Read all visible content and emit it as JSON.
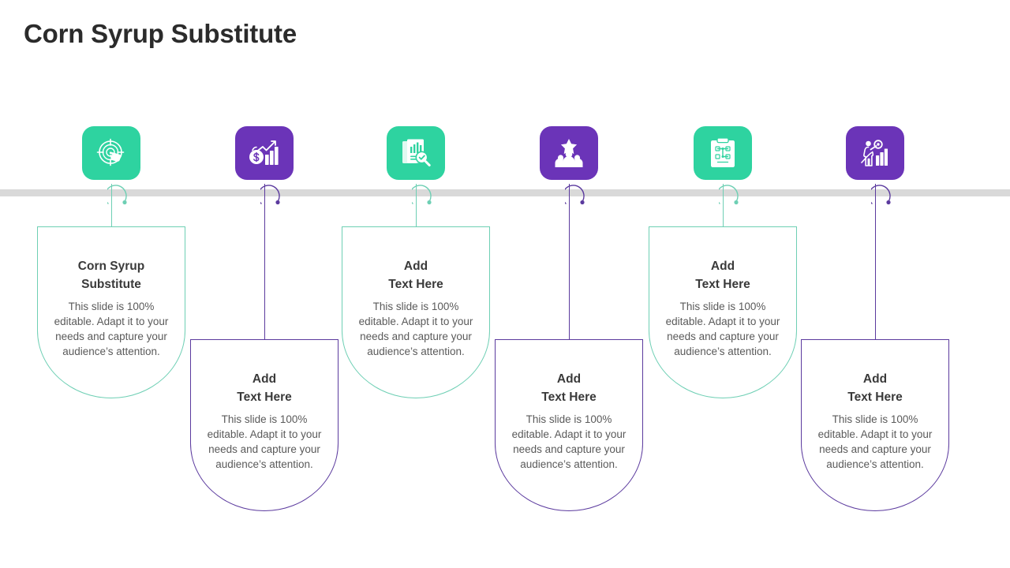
{
  "slide": {
    "title": "Corn Syrup Substitute",
    "background": "#ffffff",
    "timeline_bar_color": "#d9d9d9"
  },
  "theme": {
    "green": "#2ed3a0",
    "purple": "#6b34b8",
    "green_outline": "#6ecfb4",
    "purple_outline": "#5b3a9e",
    "heading_color": "#3a3a3a",
    "body_color": "#5a5a5a",
    "title_color": "#2b2b2b"
  },
  "body_text": "This slide is 100% editable. Adapt it to your needs and capture your audience’s attention.",
  "stages": [
    {
      "index": 1,
      "icon_name": "target-click-icon",
      "icon_color": "#2ed3a0",
      "outline_color": "#6ecfb4",
      "position": "up",
      "heading": "Corn Syrup\nSubstitute",
      "body": "This slide is 100% editable. Adapt it to your needs and capture your audience’s attention."
    },
    {
      "index": 2,
      "icon_name": "money-growth-chart-icon",
      "icon_color": "#6b34b8",
      "outline_color": "#5b3a9e",
      "position": "down",
      "heading": "Add\nText Here",
      "body": "This slide is 100% editable. Adapt it to your needs and capture your audience’s attention."
    },
    {
      "index": 3,
      "icon_name": "report-search-icon",
      "icon_color": "#2ed3a0",
      "outline_color": "#6ecfb4",
      "position": "up",
      "heading": "Add\nText Here",
      "body": "This slide is 100% editable. Adapt it to your needs and capture your audience’s attention."
    },
    {
      "index": 4,
      "icon_name": "star-team-icon",
      "icon_color": "#6b34b8",
      "outline_color": "#5b3a9e",
      "position": "down",
      "heading": "Add\nText Here",
      "body": "This slide is 100% editable. Adapt it to your needs and capture your audience’s attention."
    },
    {
      "index": 5,
      "icon_name": "clipboard-checklist-icon",
      "icon_color": "#2ed3a0",
      "outline_color": "#6ecfb4",
      "position": "up",
      "heading": "Add\nText Here",
      "body": "This slide is 100% editable. Adapt it to your needs and capture your audience’s attention."
    },
    {
      "index": 6,
      "icon_name": "person-goal-chart-icon",
      "icon_color": "#6b34b8",
      "outline_color": "#5b3a9e",
      "position": "down",
      "heading": "Add\nText Here",
      "body": "This slide is 100% editable. Adapt it to your needs and capture your audience’s attention."
    }
  ]
}
